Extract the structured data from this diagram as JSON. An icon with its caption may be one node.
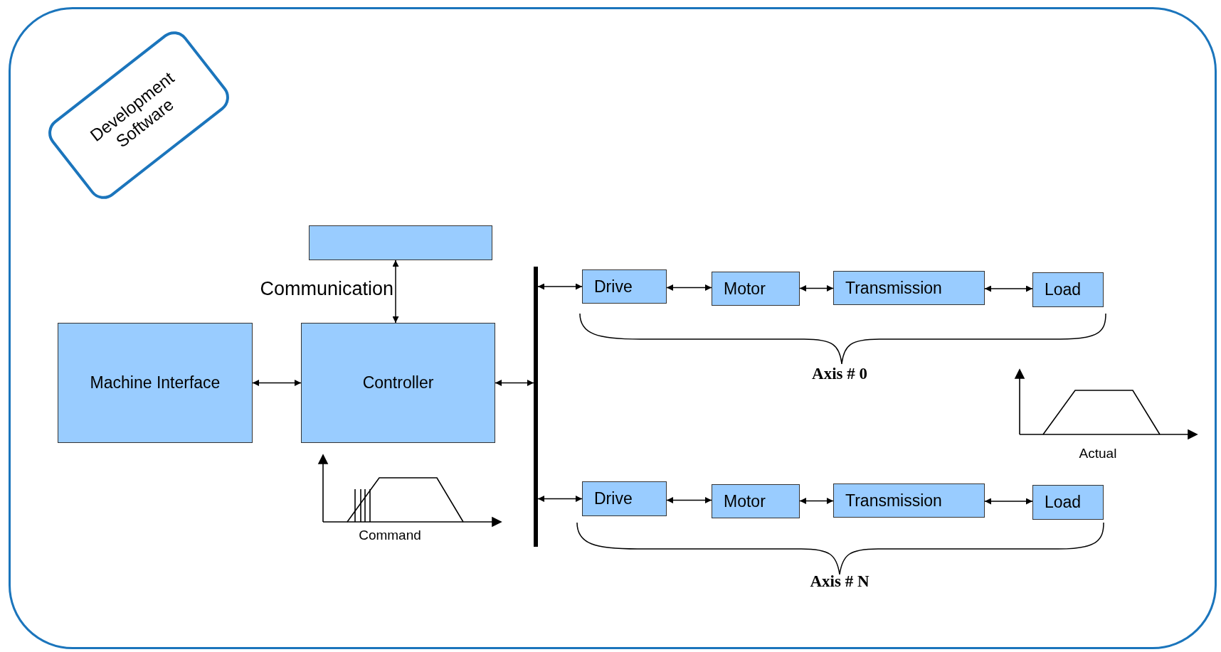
{
  "diagram": {
    "nodes": [
      {
        "text": [
          "Development Software"
        ]
      },
      {
        "text": [],
        "shape": "box"
      },
      {
        "text": [
          "Machine Interface"
        ]
      },
      {
        "text": [
          "Controller"
        ]
      },
      {
        "text": [],
        "shape": "bar"
      },
      {
        "text": [
          "Drive"
        ]
      },
      {
        "text": [
          "Motor"
        ]
      },
      {
        "text": [
          "Transmission"
        ]
      },
      {
        "text": [
          "Load"
        ]
      },
      {
        "text": [
          "Drive"
        ]
      },
      {
        "text": [
          "Motor"
        ]
      },
      {
        "text": [
          "Transmission"
        ]
      },
      {
        "text": [
          "Load"
        ]
      }
    ],
    "edges": [
      {
        "from": 1,
        "to": 3,
        "arrow": "both",
        "label": "Communication"
      },
      {
        "from": 2,
        "to": 3,
        "arrow": "both"
      },
      {
        "from": 3,
        "to": 4,
        "arrow": "both"
      },
      {
        "from": 4,
        "to": 5,
        "arrow": "both"
      },
      {
        "from": 5,
        "to": 6,
        "arrow": "both"
      },
      {
        "from": 6,
        "to": 7,
        "arrow": "both"
      },
      {
        "from": 7,
        "to": 8,
        "arrow": "both"
      },
      {
        "from": 4,
        "to": 9,
        "arrow": "both"
      },
      {
        "from": 9,
        "to": 10,
        "arrow": "both"
      },
      {
        "from": 10,
        "to": 11,
        "arrow": "both"
      },
      {
        "from": 11,
        "to": 12,
        "arrow": "both"
      }
    ],
    "labels": [
      "Axis # 0",
      "Axis # N",
      "Command",
      "Actual"
    ]
  }
}
